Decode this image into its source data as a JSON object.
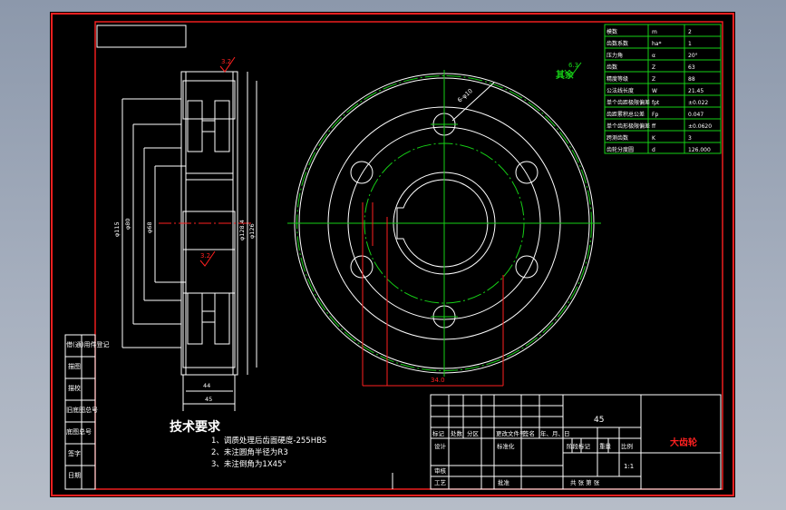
{
  "drawing": {
    "title": "大齿轮",
    "material": "45",
    "scale": "1:1",
    "drawing_no": "",
    "sheet_info": "共  张  第  张"
  },
  "tech_requirements": {
    "heading": "技术要求",
    "items": [
      "1、调质处理后齿面硬度-255HBS",
      "2、未注圆角半径为R3",
      "3、未注倒角为1X45°"
    ]
  },
  "roughness": {
    "other_label": "其余",
    "other_value": "6.3",
    "face_value": "3.2"
  },
  "param_table": {
    "rows": [
      [
        "模数",
        "m",
        "2"
      ],
      [
        "齿数系数",
        "ha*",
        "1"
      ],
      [
        "压力角",
        "α",
        "20°"
      ],
      [
        "齿数",
        "Z",
        "63"
      ],
      [
        "精度等级",
        "Z",
        "88"
      ],
      [
        "公法线长度",
        "W",
        "21.45"
      ],
      [
        "单个齿距极限偏差",
        "fpt",
        "±0.022"
      ],
      [
        "齿距累积总公差",
        "Fp",
        "0.047"
      ],
      [
        "单个齿形极限偏差",
        "ff",
        "±0.0620"
      ],
      [
        "跨测齿数",
        "K",
        "3"
      ],
      [
        "齿轮分度圆",
        "d",
        "126.000"
      ]
    ]
  },
  "title_block": {
    "row_labels": [
      "标记",
      "处数",
      "分区",
      "更改文件号",
      "签名",
      "年、月、日"
    ],
    "design": "设计",
    "standard": "标准化",
    "stage": "阶段标记",
    "weight": "重量",
    "scale_label": "比例",
    "review": "审核",
    "process": "工艺",
    "approve": "批准"
  },
  "left_strip": [
    "借(通)用件登记",
    "描图",
    "描校",
    "旧底图总号",
    "底图总号",
    "签字",
    "日期"
  ],
  "dimensions": {
    "d1": "φ115",
    "d2": "φ80",
    "d3": "φ68",
    "d4": "φ128.4",
    "d5": "φ126",
    "w1": "44",
    "w2": "45",
    "w3": "34.0",
    "hole": "6-φ10",
    "sec": "3.2"
  }
}
